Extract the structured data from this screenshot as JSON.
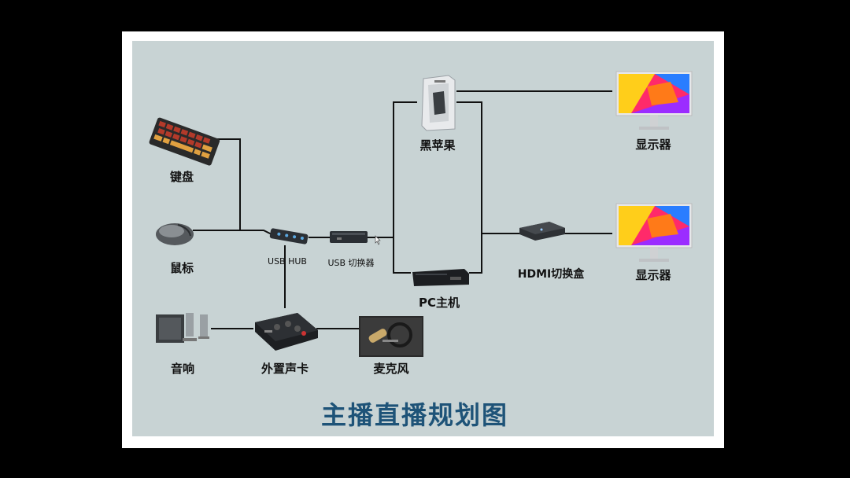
{
  "title": "主播直播规划图",
  "nodes": {
    "keyboard": "键盘",
    "mouse": "鼠标",
    "usb_hub": "USB HUB",
    "usb_switch": "USB 切换器",
    "hackintosh": "黑苹果",
    "pc": "PC主机",
    "hdmi_switch": "HDMI切换盒",
    "monitor_top": "显示器",
    "monitor_bottom": "显示器",
    "speaker": "音响",
    "sound_card": "外置声卡",
    "microphone": "麦克风"
  },
  "colors": {
    "panel": "#c8d3d4",
    "wire": "#111111",
    "title": "#1e5378"
  },
  "icons": [
    "keyboard-icon",
    "mouse-icon",
    "usb-hub-icon",
    "usb-switch-icon",
    "tower-case-icon",
    "pc-console-icon",
    "hdmi-switch-icon",
    "monitor-icon",
    "speaker-icon",
    "sound-card-icon",
    "microphone-icon"
  ]
}
